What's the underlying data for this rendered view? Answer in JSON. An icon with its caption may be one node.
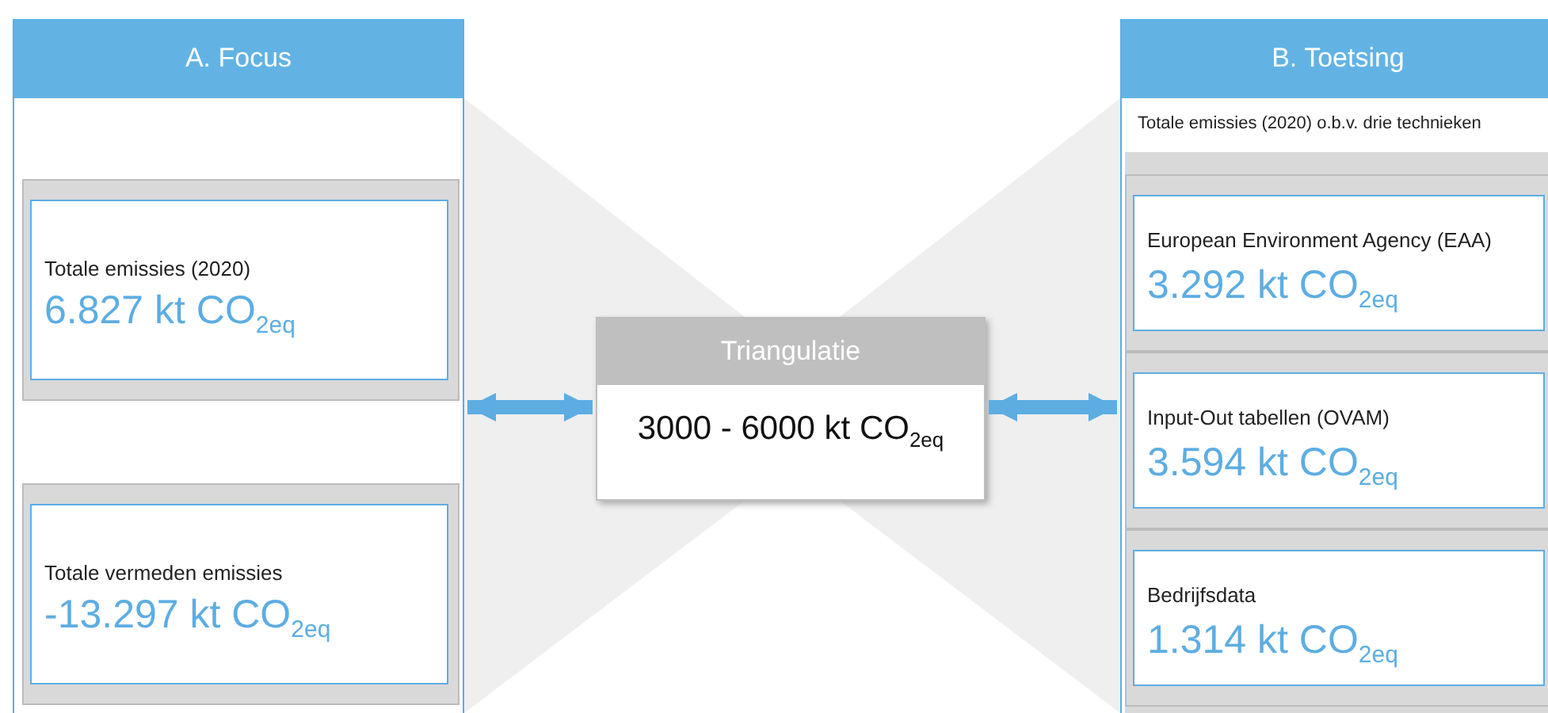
{
  "diagram": {
    "nodes": [
      {
        "text": [
          "A. Focus"
        ]
      },
      {
        "text": [
          "Totale emissies (2020)",
          "6.827 kt CO$_{2eq}$"
        ],
        "in": 0
      },
      {
        "text": [
          "Totale vermeden emissies",
          "-13.297 kt CO$_{2eq}$"
        ],
        "in": 0
      },
      {
        "text": [
          "Triangulatie",
          "3000 - 6000 kt CO$_{2eq}$"
        ]
      },
      {
        "text": [
          "B. Toetsing",
          "Totale emissies (2020) o.b.v. drie technieken"
        ]
      },
      {
        "text": [
          "European Environment Agency (EAA)",
          "3.292 kt CO$_{2eq}$"
        ],
        "in": 4
      },
      {
        "text": [
          "Input-Out tabellen (OVAM)",
          "3.594 kt CO$_{2eq}$"
        ],
        "in": 4
      },
      {
        "text": [
          "Bedrijfsdata",
          "1.314 kt CO$_{2eq}$"
        ],
        "in": 4
      }
    ],
    "edges": [
      {
        "from": 0,
        "to": 3,
        "arrow": "both"
      },
      {
        "from": 3,
        "to": 4,
        "arrow": "both"
      }
    ]
  }
}
